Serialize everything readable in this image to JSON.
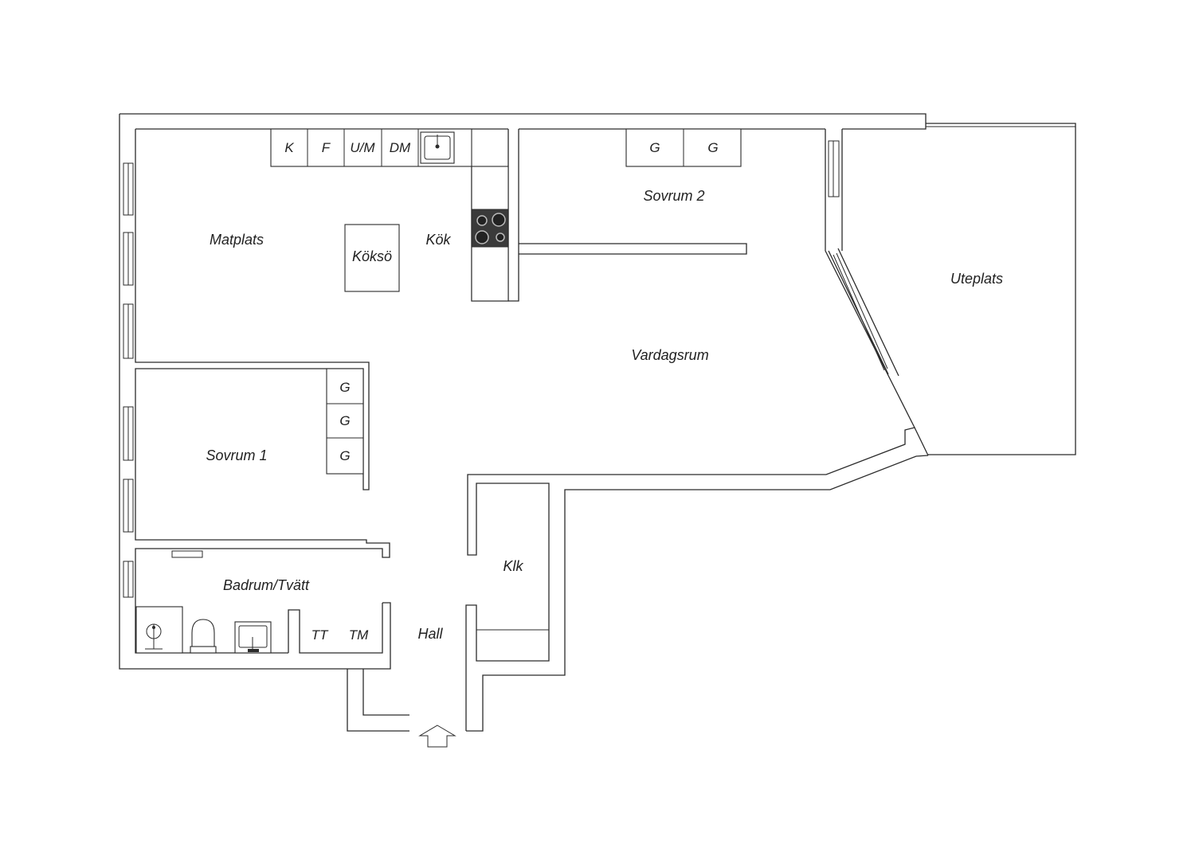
{
  "rooms": {
    "matplats": "Matplats",
    "kok": "Kök",
    "kokso": "Köksö",
    "sovrum2": "Sovrum 2",
    "uteplats": "Uteplats",
    "vardagsrum": "Vardagsrum",
    "sovrum1": "Sovrum 1",
    "badrum": "Badrum/Tvätt",
    "klk": "Klk",
    "hall": "Hall"
  },
  "appliances": {
    "k": "K",
    "f": "F",
    "um": "U/M",
    "dm": "DM",
    "tt": "TT",
    "tm": "TM"
  },
  "closets": {
    "wardrobe": "G"
  },
  "icons": {
    "stove": "stove-icon",
    "sink": "sink-icon",
    "toilet": "toilet-icon",
    "shower": "shower-icon",
    "washbasin": "washbasin-icon",
    "entrance": "entrance-arrow-icon"
  }
}
